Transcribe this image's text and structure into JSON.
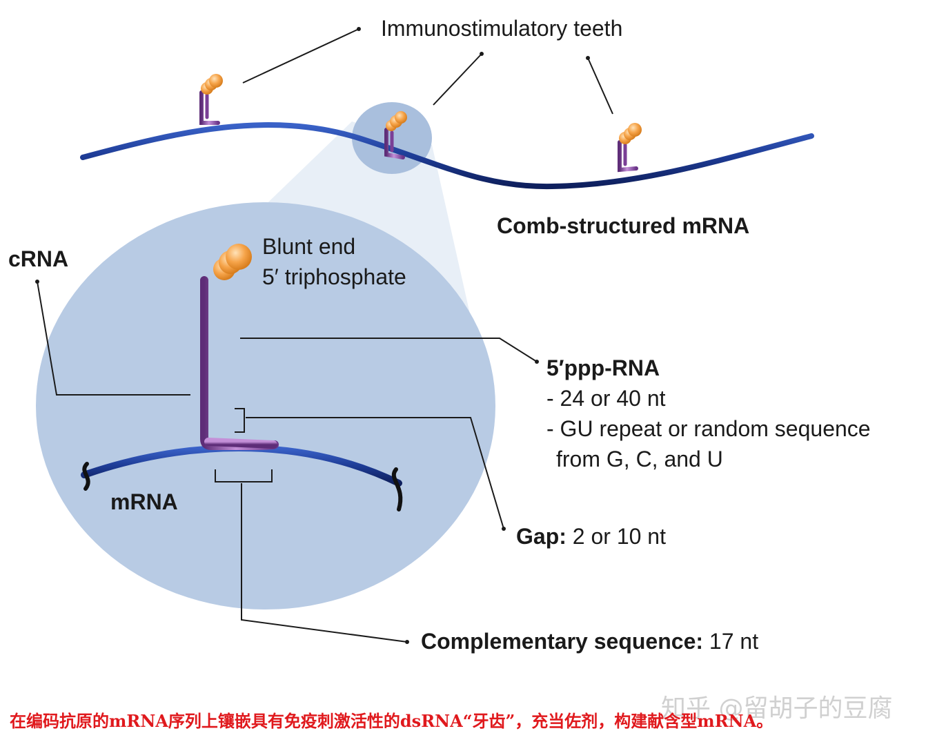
{
  "labels": {
    "teeth": "Immunostimulatory teeth",
    "comb": "Comb-structured mRNA",
    "crna": "cRNA",
    "blunt_line1": "Blunt end",
    "blunt_line2": "5′ triphosphate",
    "ppp_title": "5′ppp-RNA",
    "ppp_item1": "- 24 or 40 nt",
    "ppp_item2": "- GU repeat or random sequence",
    "ppp_item2b": "from G, C, and U",
    "mrna": "mRNA",
    "gap_bold": "Gap:",
    "gap_value": " 2 or 10 nt",
    "comp_bold": "Complementary sequence:",
    "comp_value": " 17 nt"
  },
  "caption": "在编码抗原的mRNA序列上镶嵌具有免疫刺激活性的dsRNA“牙齿”，充当佐剂，构建献含型mRNA。",
  "watermark": "知乎 @留胡子的豆腐",
  "colors": {
    "mrna_strand": "#1e3c96",
    "crna_strand": "#8a4aa0",
    "triphosphate": "#f6a44a",
    "zoom_circle": "#b8cbe4",
    "caption_red": "#e0191d"
  }
}
